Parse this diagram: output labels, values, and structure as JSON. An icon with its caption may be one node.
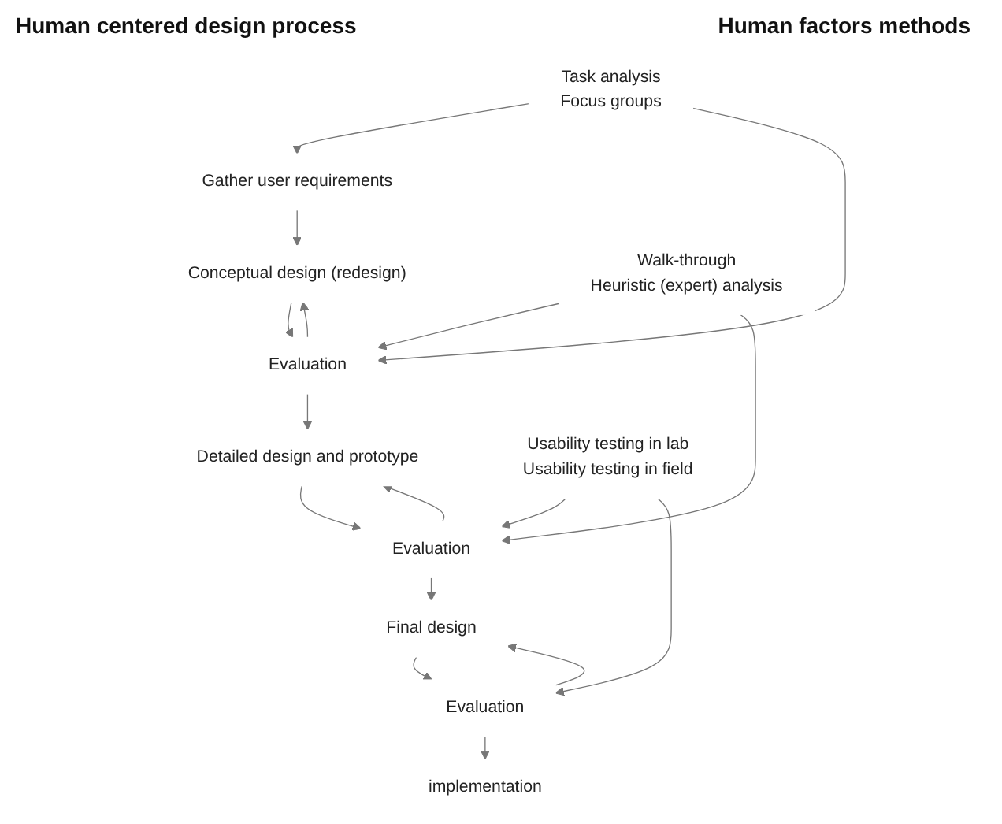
{
  "diagram": {
    "nodes": [
      {
        "text": [
          "Gather user requirements"
        ]
      },
      {
        "text": [
          "Conceptual design (redesign)"
        ]
      },
      {
        "text": [
          "Evaluation"
        ]
      },
      {
        "text": [
          "Detailed design and prototype"
        ]
      },
      {
        "text": [
          "Evaluation"
        ]
      },
      {
        "text": [
          "Final design"
        ]
      },
      {
        "text": [
          "Evaluation"
        ]
      },
      {
        "text": [
          "implementation"
        ]
      },
      {
        "text": [
          "Task analysis",
          "Focus groups"
        ]
      },
      {
        "text": [
          "Walk-through",
          "Heuristic (expert) analysis"
        ]
      },
      {
        "text": [
          "Usability testing in lab",
          "Usability testing in field"
        ]
      }
    ],
    "edges": [
      {
        "from": 0,
        "to": 1,
        "arrow": "to"
      },
      {
        "from": 1,
        "to": 2,
        "arrow": "to"
      },
      {
        "from": 2,
        "to": 1,
        "arrow": "to"
      },
      {
        "from": 2,
        "to": 3,
        "arrow": "to"
      },
      {
        "from": 3,
        "to": 4,
        "arrow": "to"
      },
      {
        "from": 4,
        "to": 3,
        "arrow": "to"
      },
      {
        "from": 4,
        "to": 5,
        "arrow": "to"
      },
      {
        "from": 5,
        "to": 6,
        "arrow": "to"
      },
      {
        "from": 6,
        "to": 5,
        "arrow": "to"
      },
      {
        "from": 6,
        "to": 7,
        "arrow": "to"
      },
      {
        "from": 8,
        "to": 0,
        "arrow": "to"
      },
      {
        "from": 8,
        "to": 2,
        "arrow": "to"
      },
      {
        "from": 9,
        "to": 2,
        "arrow": "to"
      },
      {
        "from": 9,
        "to": 4,
        "arrow": "to"
      },
      {
        "from": 10,
        "to": 4,
        "arrow": "to"
      },
      {
        "from": 10,
        "to": 6,
        "arrow": "to"
      }
    ],
    "labels": [
      "Human centered design process",
      "Human factors methods"
    ]
  }
}
